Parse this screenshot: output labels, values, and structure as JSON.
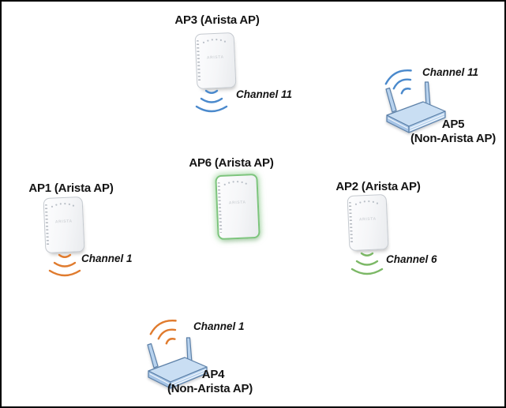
{
  "figure": {
    "background": "#ffffff",
    "border_color": "#000000",
    "description_visible_text_only": "Wireless AP channel topology diagram"
  },
  "brand_text": "ARISTA",
  "colors": {
    "channel1_orange": "#e07b2e",
    "channel6_green": "#7cb866",
    "channel11_blue": "#4a89cc",
    "ap6_highlight_green": "#7cc47c",
    "router_body_blue": "#b7d2ee"
  },
  "aps": [
    {
      "name": "AP1",
      "label": "AP1 (Arista AP)",
      "channel_label": "Channel 1",
      "channel_color": "#e07b2e",
      "highlighted": false
    },
    {
      "name": "AP2",
      "label": "AP2 (Arista AP)",
      "channel_label": "Channel 6",
      "channel_color": "#7cb866",
      "highlighted": false
    },
    {
      "name": "AP3",
      "label": "AP3 (Arista AP)",
      "channel_label": "Channel 11",
      "channel_color": "#4a89cc",
      "highlighted": false
    },
    {
      "name": "AP4",
      "label_line1": "AP4",
      "label_line2": "(Non-Arista AP)",
      "channel_label": "Channel 1",
      "channel_color": "#e07b2e",
      "highlighted": false
    },
    {
      "name": "AP5",
      "label_line1": "AP5",
      "label_line2": "(Non-Arista AP)",
      "channel_label": "Channel 11",
      "channel_color": "#4a89cc",
      "highlighted": false
    },
    {
      "name": "AP6",
      "label": "AP6 (Arista AP)",
      "channel_label": "",
      "highlighted": true
    }
  ]
}
